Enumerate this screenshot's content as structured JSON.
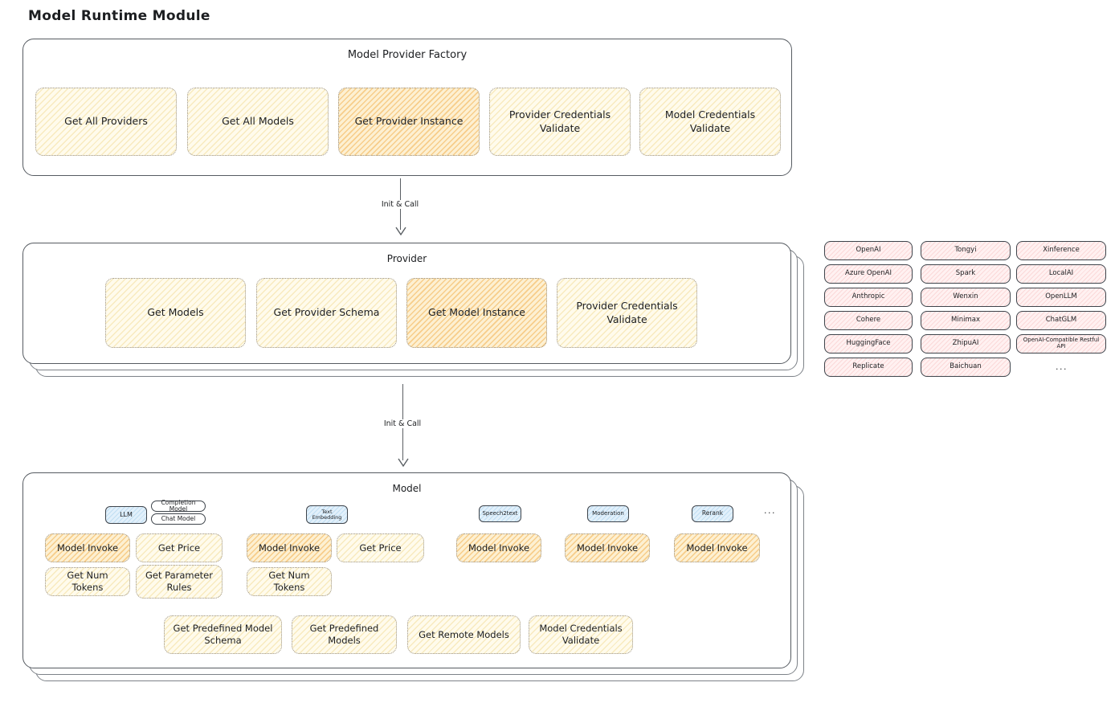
{
  "page": {
    "title": "Model Runtime Module"
  },
  "factory": {
    "title": "Model Provider Factory",
    "buttons": [
      "Get All Providers",
      "Get All Models",
      "Get Provider Instance",
      "Provider Credentials Validate",
      "Model Credentials Validate"
    ]
  },
  "arrows": {
    "top": "Init & Call",
    "bottom": "Init & Call"
  },
  "provider": {
    "title": "Provider",
    "buttons": [
      "Get Models",
      "Get Provider Schema",
      "Get Model Instance",
      "Provider Credentials Validate"
    ]
  },
  "provider_list": {
    "col1": [
      "OpenAI",
      "Azure OpenAI",
      "Anthropic",
      "Cohere",
      "HuggingFace",
      "Replicate"
    ],
    "col2": [
      "Tongyi",
      "Spark",
      "Wenxin",
      "Minimax",
      "ZhipuAI",
      "Baichuan"
    ],
    "col3": [
      "Xinference",
      "LocalAI",
      "OpenLLM",
      "ChatGLM",
      "OpenAI-Compatible Restful API"
    ],
    "more": "..."
  },
  "model": {
    "title": "Model",
    "types": {
      "llm": "LLM",
      "completion_model": "Completion Model",
      "chat_model": "Chat Model",
      "text_embedding": "Text Embedding",
      "speech2text": "Speech2text",
      "moderation": "Moderation",
      "rerank": "Rerank",
      "more": "..."
    },
    "actions": {
      "model_invoke": "Model Invoke",
      "get_price": "Get Price",
      "get_num_tokens": "Get Num Tokens",
      "get_parameter_rules": "Get Parameter Rules",
      "get_predefined_model_schema": "Get Predefined Model Schema",
      "get_predefined_models": "Get Predefined Models",
      "get_remote_models": "Get Remote Models",
      "model_credentials_validate": "Model Credentials Validate"
    }
  },
  "colors": {
    "node_yellow": "#fffbec",
    "node_yellow_hatch": "#f2dd9a",
    "node_orange": "#fdf0d2",
    "node_orange_hatch": "#f2b14e",
    "chip_pink": "#fff1f1",
    "chip_pink_hatch": "#f5b5b5",
    "chip_blue": "#e2f0fb",
    "chip_blue_hatch": "#9fcdea",
    "outline_dark": "#565b61",
    "outline_dotted": "#999288",
    "text": "#1c1e21"
  }
}
